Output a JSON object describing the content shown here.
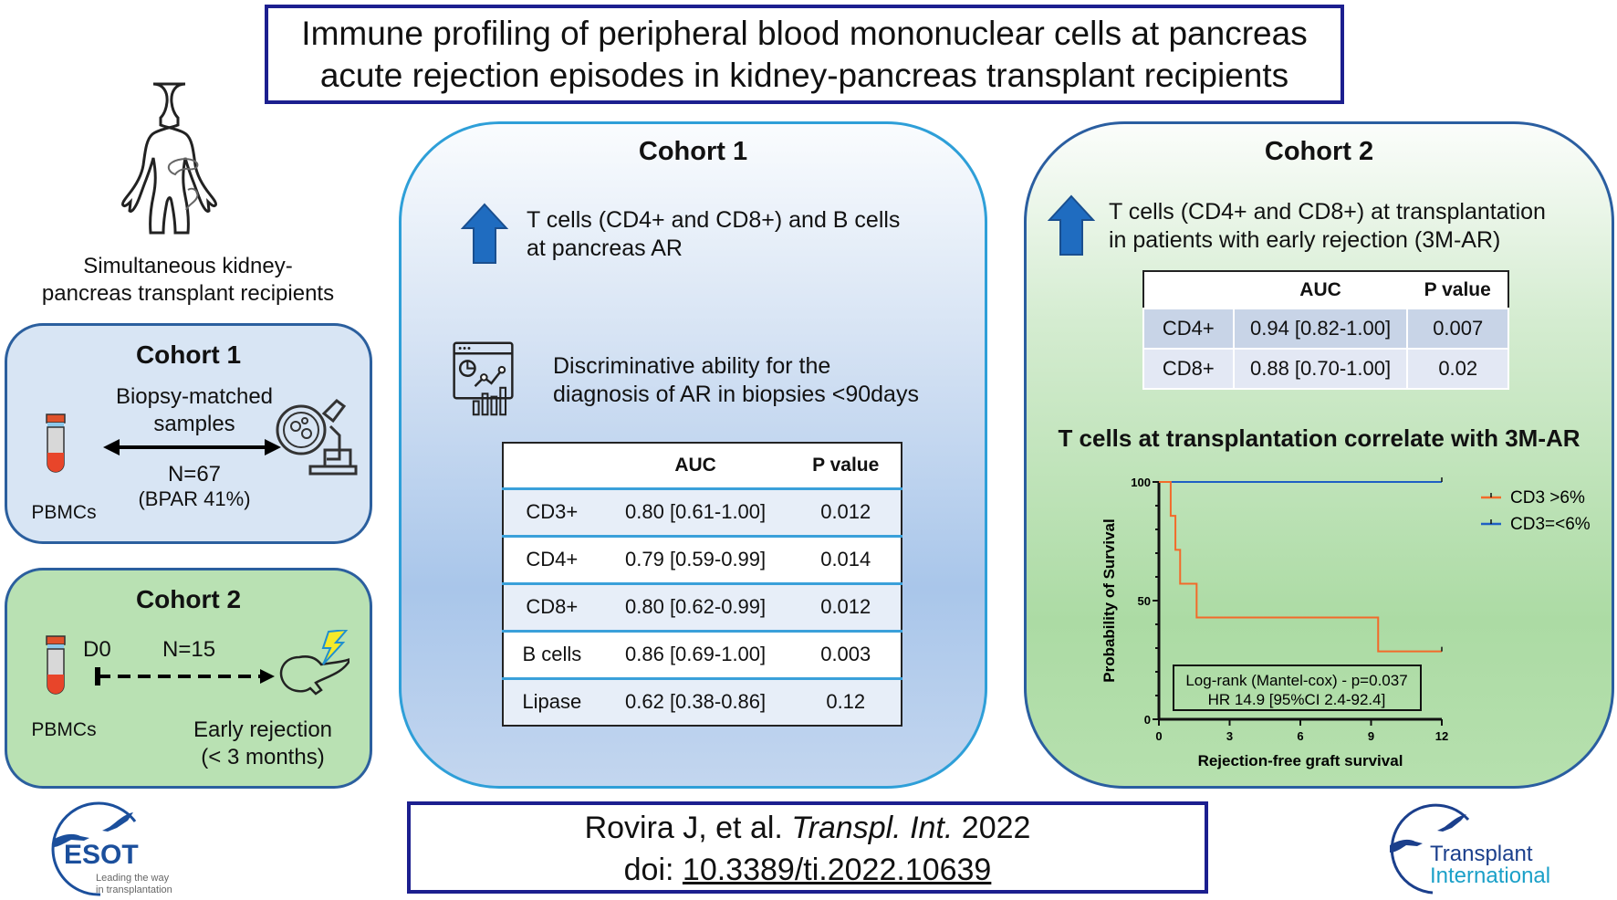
{
  "title": {
    "line1": "Immune profiling of peripheral blood mononuclear cells at pancreas",
    "line2": "acute rejection episodes in kidney-pancreas transplant recipients"
  },
  "left": {
    "caption_line1": "Simultaneous kidney-",
    "caption_line2": "pancreas transplant recipients",
    "cohort1": {
      "title": "Cohort 1",
      "desc_line1": "Biopsy-matched",
      "desc_line2": "samples",
      "n": "N=67",
      "bpar": "(BPAR 41%)",
      "sample": "PBMCs"
    },
    "cohort2": {
      "title": "Cohort 2",
      "timepoint": "D0",
      "n": "N=15",
      "sample": "PBMCs",
      "outcome_line1": "Early rejection",
      "outcome_line2": "(< 3 months)"
    }
  },
  "middle": {
    "title": "Cohort 1",
    "finding_line1": "T cells (CD4+ and CD8+) and B cells",
    "finding_line2": "at pancreas AR",
    "analysis_line1": "Discriminative ability for the",
    "analysis_line2": "diagnosis of AR in biopsies <90days",
    "table": {
      "headers": [
        "",
        "AUC",
        "P value"
      ],
      "rows": [
        {
          "marker": "CD3+",
          "auc": "0.80 [0.61-1.00]",
          "p": "0.012"
        },
        {
          "marker": "CD4+",
          "auc": "0.79 [0.59-0.99]",
          "p": "0.014"
        },
        {
          "marker": "CD8+",
          "auc": "0.80 [0.62-0.99]",
          "p": "0.012"
        },
        {
          "marker": "B cells",
          "auc": "0.86 [0.69-1.00]",
          "p": "0.003"
        },
        {
          "marker": "Lipase",
          "auc": "0.62 [0.38-0.86]",
          "p": "0.12"
        }
      ]
    }
  },
  "right": {
    "title": "Cohort 2",
    "finding_line1": "T cells (CD4+ and CD8+) at transplantation",
    "finding_line2": "in patients with early rejection (3M-AR)",
    "table": {
      "headers": [
        "",
        "AUC",
        "P value"
      ],
      "rows": [
        {
          "marker": "CD4+",
          "auc": "0.94 [0.82-1.00]",
          "p": "0.007"
        },
        {
          "marker": "CD8+",
          "auc": "0.88 [0.70-1.00]",
          "p": "0.02"
        }
      ]
    }
  },
  "chart_data": {
    "type": "line",
    "title": "T cells at transplantation correlate with 3M-AR",
    "xlabel": "Rejection-free graft survival",
    "ylabel": "Probability of Survival",
    "xlim": [
      0,
      12
    ],
    "ylim": [
      0,
      100
    ],
    "x_ticks": [
      "0",
      "3",
      "6",
      "9",
      "12"
    ],
    "y_ticks": [
      "0",
      "50",
      "100"
    ],
    "grid": false,
    "legend": "right",
    "step": true,
    "series": [
      {
        "name": "CD3 >6%",
        "color": "#f26a2a",
        "points": [
          [
            0,
            100
          ],
          [
            0.5,
            85.7
          ],
          [
            0.7,
            71.4
          ],
          [
            0.9,
            57.1
          ],
          [
            1.6,
            42.9
          ],
          [
            9.3,
            28.6
          ],
          [
            12,
            28.6
          ]
        ],
        "censored_at": [
          12
        ]
      },
      {
        "name": "CD3=<6%",
        "color": "#1f5fc4",
        "points": [
          [
            0,
            100
          ],
          [
            12,
            100
          ]
        ],
        "censored_at": [
          12
        ]
      }
    ],
    "annotation_line1": "Log-rank  (Mantel-cox) - p=0.037",
    "annotation_line2": "HR 14.9 [95%CI 2.4-92.4]"
  },
  "citation": {
    "authors": "Rovira J, et al.",
    "journal": "Transpl. Int.",
    "year": "2022",
    "doi_label": "doi:",
    "doi": "10.3389/ti.2022.10639"
  },
  "logos": {
    "esot_name": "ESOT",
    "esot_tagline_line1": "Leading the way",
    "esot_tagline_line2": "in transplantation",
    "ti_line1": "Transplant",
    "ti_line2": "International"
  },
  "colors": {
    "title_border": "#1c1f8f",
    "arrow_blue": "#1f6cc0",
    "cohort1_fill": "#d8e5f4",
    "cohort2_fill": "#b9e1b3",
    "table_separator": "#3aa0da"
  }
}
